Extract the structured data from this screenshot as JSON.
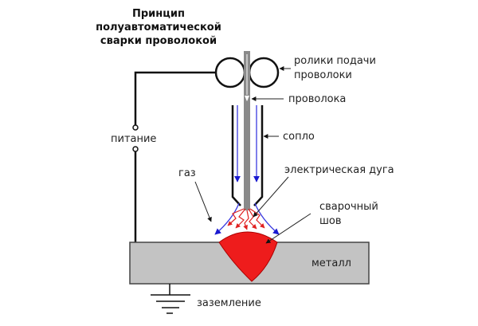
{
  "title": {
    "line1": "Принцип",
    "line2": "полуавтоматической",
    "line3": "сварки проволокой"
  },
  "labels": {
    "rollers_line1": "ролики подачи",
    "rollers_line2": "проволоки",
    "wire": "проволока",
    "nozzle": "сопло",
    "power": "питание",
    "gas": "газ",
    "arc": "электрическая дуга",
    "seam_line1": "сварочный",
    "seam_line2": "шов",
    "metal": "металл",
    "ground": "заземление"
  },
  "colors": {
    "metal_fill": "#c3c3c3",
    "weld_fill": "#ee1c1c",
    "wire_fill": "#8a8a8a",
    "gas_arrow": "#2a2ad8",
    "arc_lines": "#e02020",
    "line": "#111111"
  }
}
